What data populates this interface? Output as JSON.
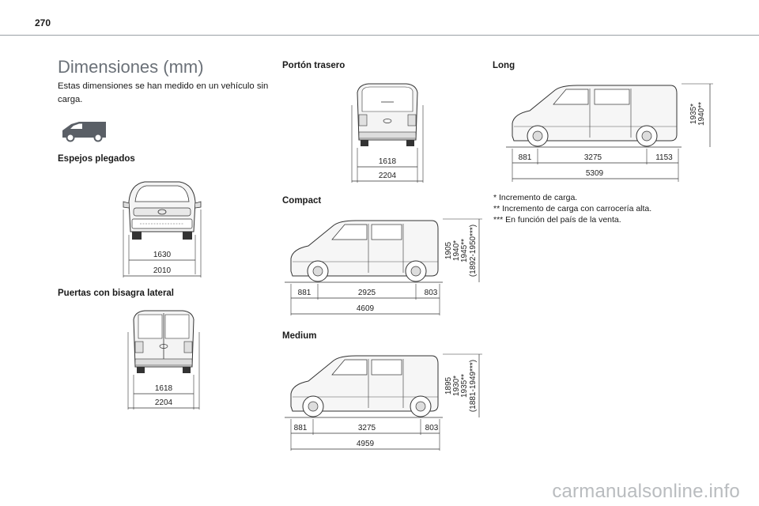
{
  "page": {
    "number": "270"
  },
  "section": {
    "title": "Dimensiones (mm)",
    "intro": "Estas dimensiones se han medido en un vehículo sin carga."
  },
  "icons": {
    "van_icon": "van-icon"
  },
  "figures": {
    "mirrors": {
      "heading": "Espejos plegados",
      "dims": [
        "1630",
        "2010"
      ]
    },
    "side_doors": {
      "heading": "Puertas con bisagra lateral",
      "dims": [
        "1618",
        "2204"
      ]
    },
    "tailgate": {
      "heading": "Portón trasero",
      "dims": [
        "1618",
        "2204"
      ]
    },
    "compact": {
      "heading": "Compact",
      "dims": [
        "881",
        "2925",
        "803",
        "4609"
      ],
      "heights": [
        "1905",
        "1940*",
        "1945**",
        "(1892-1950***)"
      ]
    },
    "medium": {
      "heading": "Medium",
      "dims": [
        "881",
        "3275",
        "803",
        "4959"
      ],
      "heights": [
        "1895",
        "1930*",
        "1935**",
        "(1881-1949***)"
      ]
    },
    "long": {
      "heading": "Long",
      "dims": [
        "881",
        "3275",
        "1153",
        "5309"
      ],
      "heights": [
        "1935*",
        "1940**"
      ]
    }
  },
  "notes": [
    "* Incremento de carga.",
    "** Incremento de carga con carrocería alta.",
    "*** En función del país de la venta."
  ],
  "watermark": "carmanualsonline.info"
}
